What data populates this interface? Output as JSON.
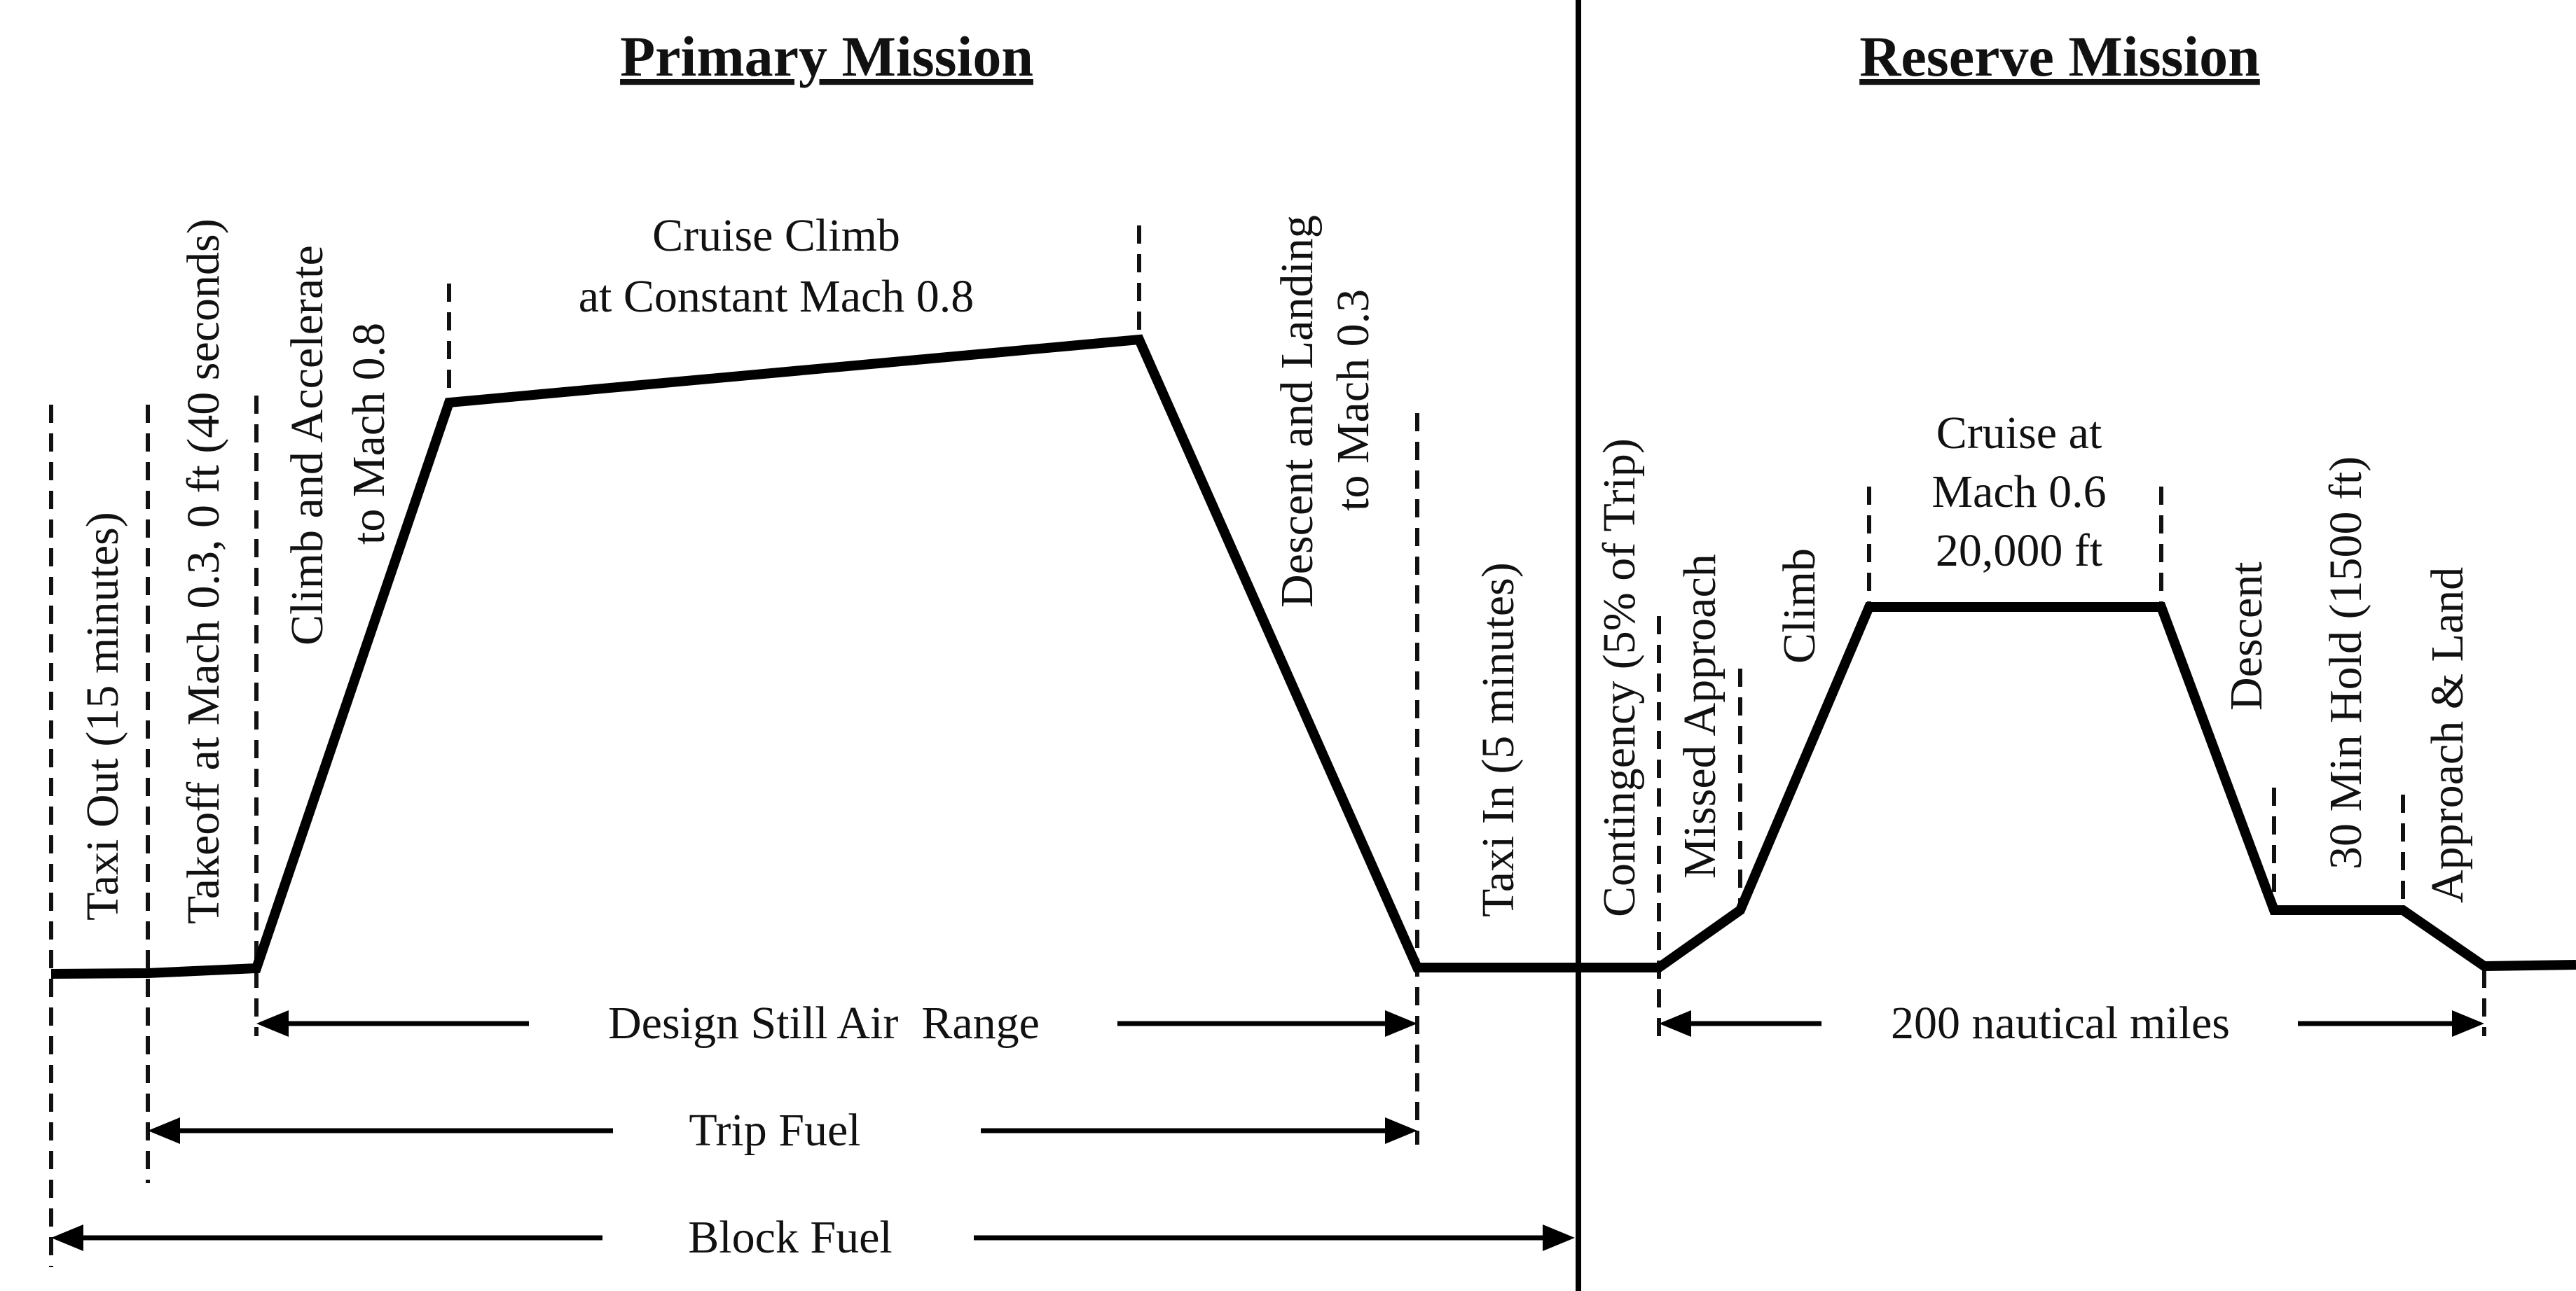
{
  "headings": {
    "primary": "Primary Mission",
    "reserve": "Reserve Mission"
  },
  "segments": {
    "taxi_out": "Taxi Out (15 minutes)",
    "takeoff": "Takeoff at Mach 0.3, 0 ft (40 seconds)",
    "climb_line1": "Climb and Accelerate",
    "climb_line2": "to Mach 0.8",
    "cruise_line1": "Cruise Climb",
    "cruise_line2": "at Constant Mach 0.8",
    "descent_line1": "Descent and Landing",
    "descent_line2": "to Mach 0.3",
    "taxi_in": "Taxi In (5 minutes)",
    "contingency": "Contingency (5% of Trip)",
    "missed_approach": "Missed Approach",
    "reserve_climb": "Climb",
    "reserve_cruise_line1": "Cruise at",
    "reserve_cruise_line2": "Mach 0.6",
    "reserve_cruise_line3": "20,000 ft",
    "reserve_descent": "Descent",
    "hold": "30 Min Hold (1500 ft)",
    "approach_land": "Approach & Land"
  },
  "dimensions": {
    "design_range": "Design Still Air  Range",
    "trip_fuel": "Trip Fuel",
    "block_fuel": "Block Fuel",
    "reserve_range": "200 nautical miles"
  }
}
